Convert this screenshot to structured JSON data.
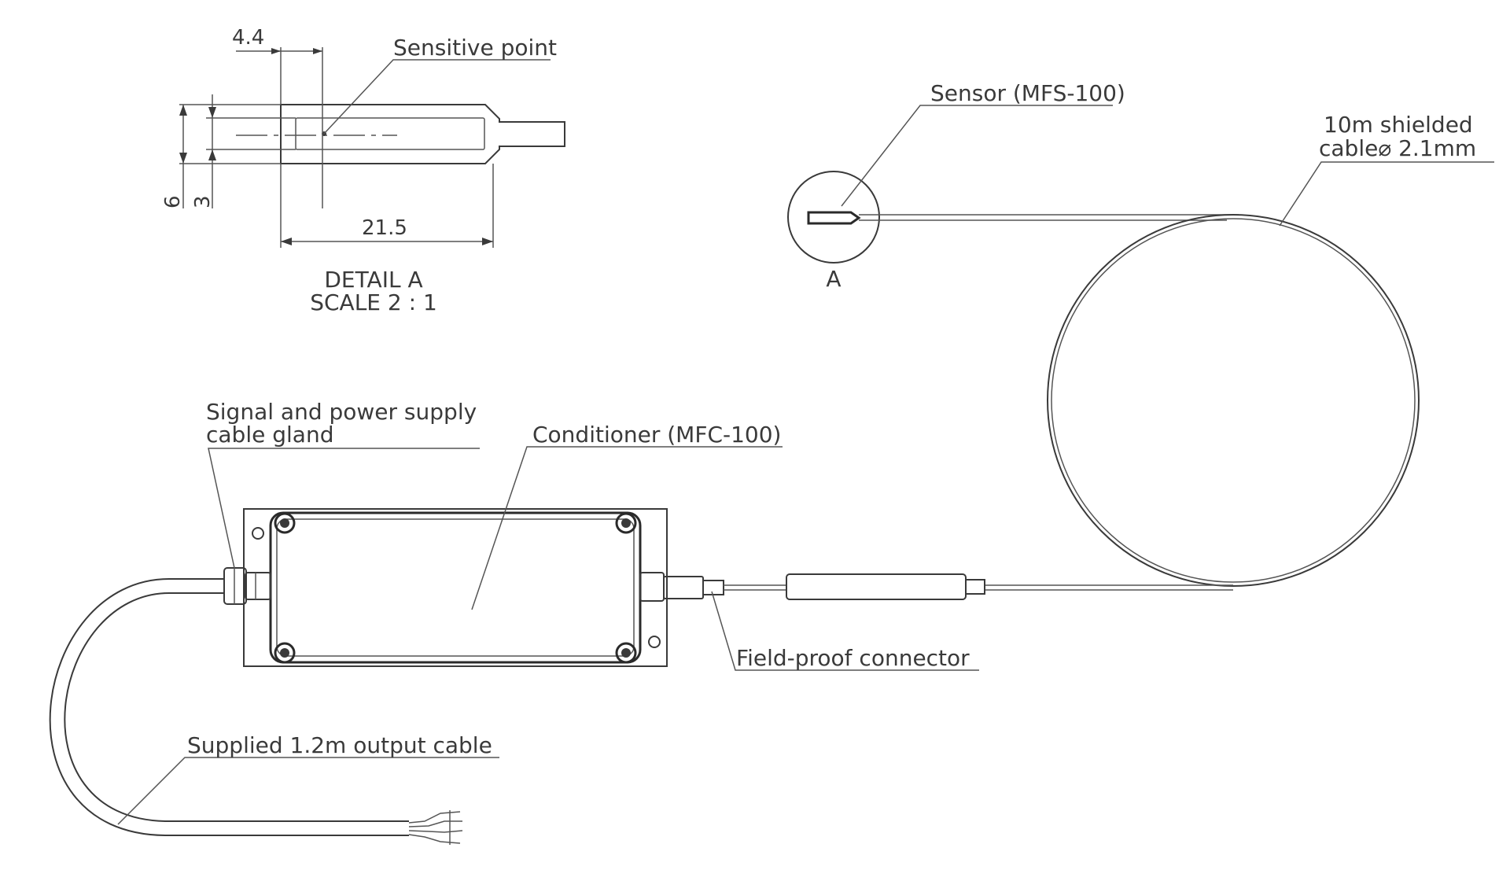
{
  "detail": {
    "dim_width_top": "4.4",
    "dim_length": "21.5",
    "dim_height_outer": "6",
    "dim_height_inner": "3",
    "sensitive_point_label": "Sensitive point",
    "title_line1": "DETAIL A",
    "title_line2": "SCALE 2 : 1"
  },
  "sensor": {
    "label": "Sensor (MFS-100)",
    "callout_letter": "A"
  },
  "cable": {
    "label_line1": "10m shielded",
    "label_line2": "cable⌀ 2.1mm"
  },
  "gland": {
    "label_line1": "Signal and power supply",
    "label_line2": "cable gland"
  },
  "conditioner": {
    "label": "Conditioner (MFC-100)"
  },
  "connector": {
    "label": "Field-proof connector"
  },
  "output_cable": {
    "label": "Supplied 1.2m output cable"
  }
}
